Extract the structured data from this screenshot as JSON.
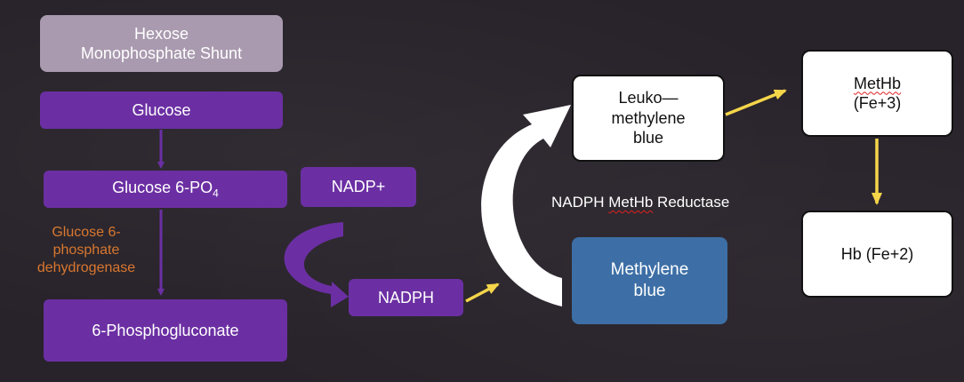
{
  "colors": {
    "purple": "#6b2fa3",
    "hexose": "#a99aaf",
    "methylene_blue": "#3d6fa6",
    "enzyme_text": "#d9772f",
    "arrow_yellow": "#f5d64a",
    "arrow_white": "#ffffff",
    "arrow_purple": "#6b2fa3"
  },
  "nodes": {
    "hexose_line1": "Hexose",
    "hexose_line2": "Monophosphate Shunt",
    "glucose": "Glucose",
    "g6p_text": "Glucose 6-PO",
    "g6p_sub": "4",
    "nadp_plus": "NADP+",
    "nadph": "NADPH",
    "phosphogluconate": "6-Phosphogluconate",
    "leuko_line1": "Leuko—",
    "leuko_line2": "methylene",
    "leuko_line3": "blue",
    "methylene_line1": "Methylene",
    "methylene_line2": "blue",
    "methb_line1": "MetHb",
    "methb_line2": "(Fe+3)",
    "hb": "Hb (Fe+2)"
  },
  "labels": {
    "enzyme_line1": "Glucose 6-",
    "enzyme_line2": "phosphate",
    "enzyme_line3": "dehydrogenase",
    "reductase_part1": "NADPH ",
    "reductase_part2": "MetHb",
    "reductase_part3": " Reductase"
  }
}
